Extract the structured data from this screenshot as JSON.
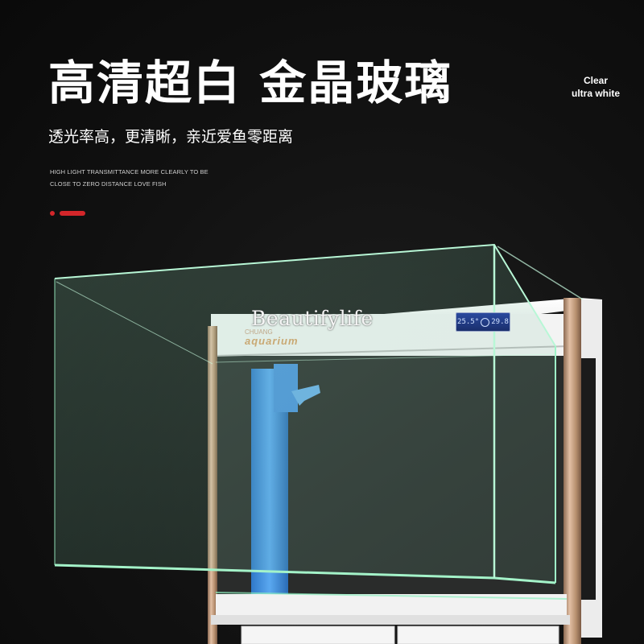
{
  "headline": "高清超白 金晶玻璃",
  "badge": {
    "line1": "Clear",
    "line2": "ultra white"
  },
  "subtitle": "透光率高，更清晰，亲近爱鱼零距离",
  "english_description": {
    "line1": "HIGH LIGHT TRANSMITTANCE MORE CLEARLY  TO BE",
    "line2": "CLOSE TO ZERO DISTANCE LOVE FISH"
  },
  "watermark": "Beautifylife",
  "tank_brand": {
    "small": "CHUANG",
    "big": "aquarium"
  },
  "display": {
    "left": "25.5°",
    "right": "29.8"
  },
  "colors": {
    "background": "#111111",
    "accent": "#d3262a",
    "glass_edge": "#9ff5c8",
    "frame_gold": "#c49a78",
    "tank_white": "#f2f2f2",
    "pump_blue": "#3a8ee0"
  }
}
